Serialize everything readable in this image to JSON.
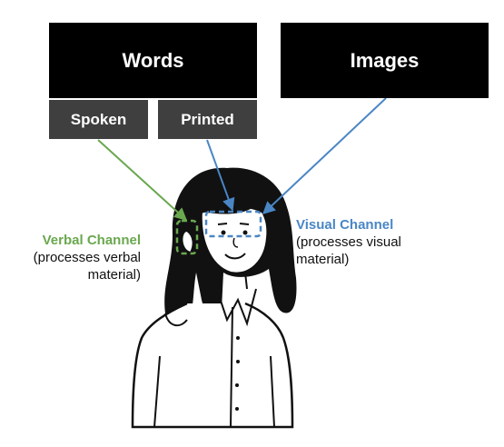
{
  "boxes": {
    "words": "Words",
    "images": "Images",
    "spoken": "Spoken",
    "printed": "Printed"
  },
  "verbal_channel": {
    "title": "Verbal Channel",
    "description": "(processes verbal material)"
  },
  "visual_channel": {
    "title": "Visual Channel",
    "description": "(processes visual material)"
  },
  "colors": {
    "verbal": "#6aa84f",
    "visual": "#4a86c5",
    "box_dark": "#000000",
    "box_grey": "#3f3f3f"
  }
}
